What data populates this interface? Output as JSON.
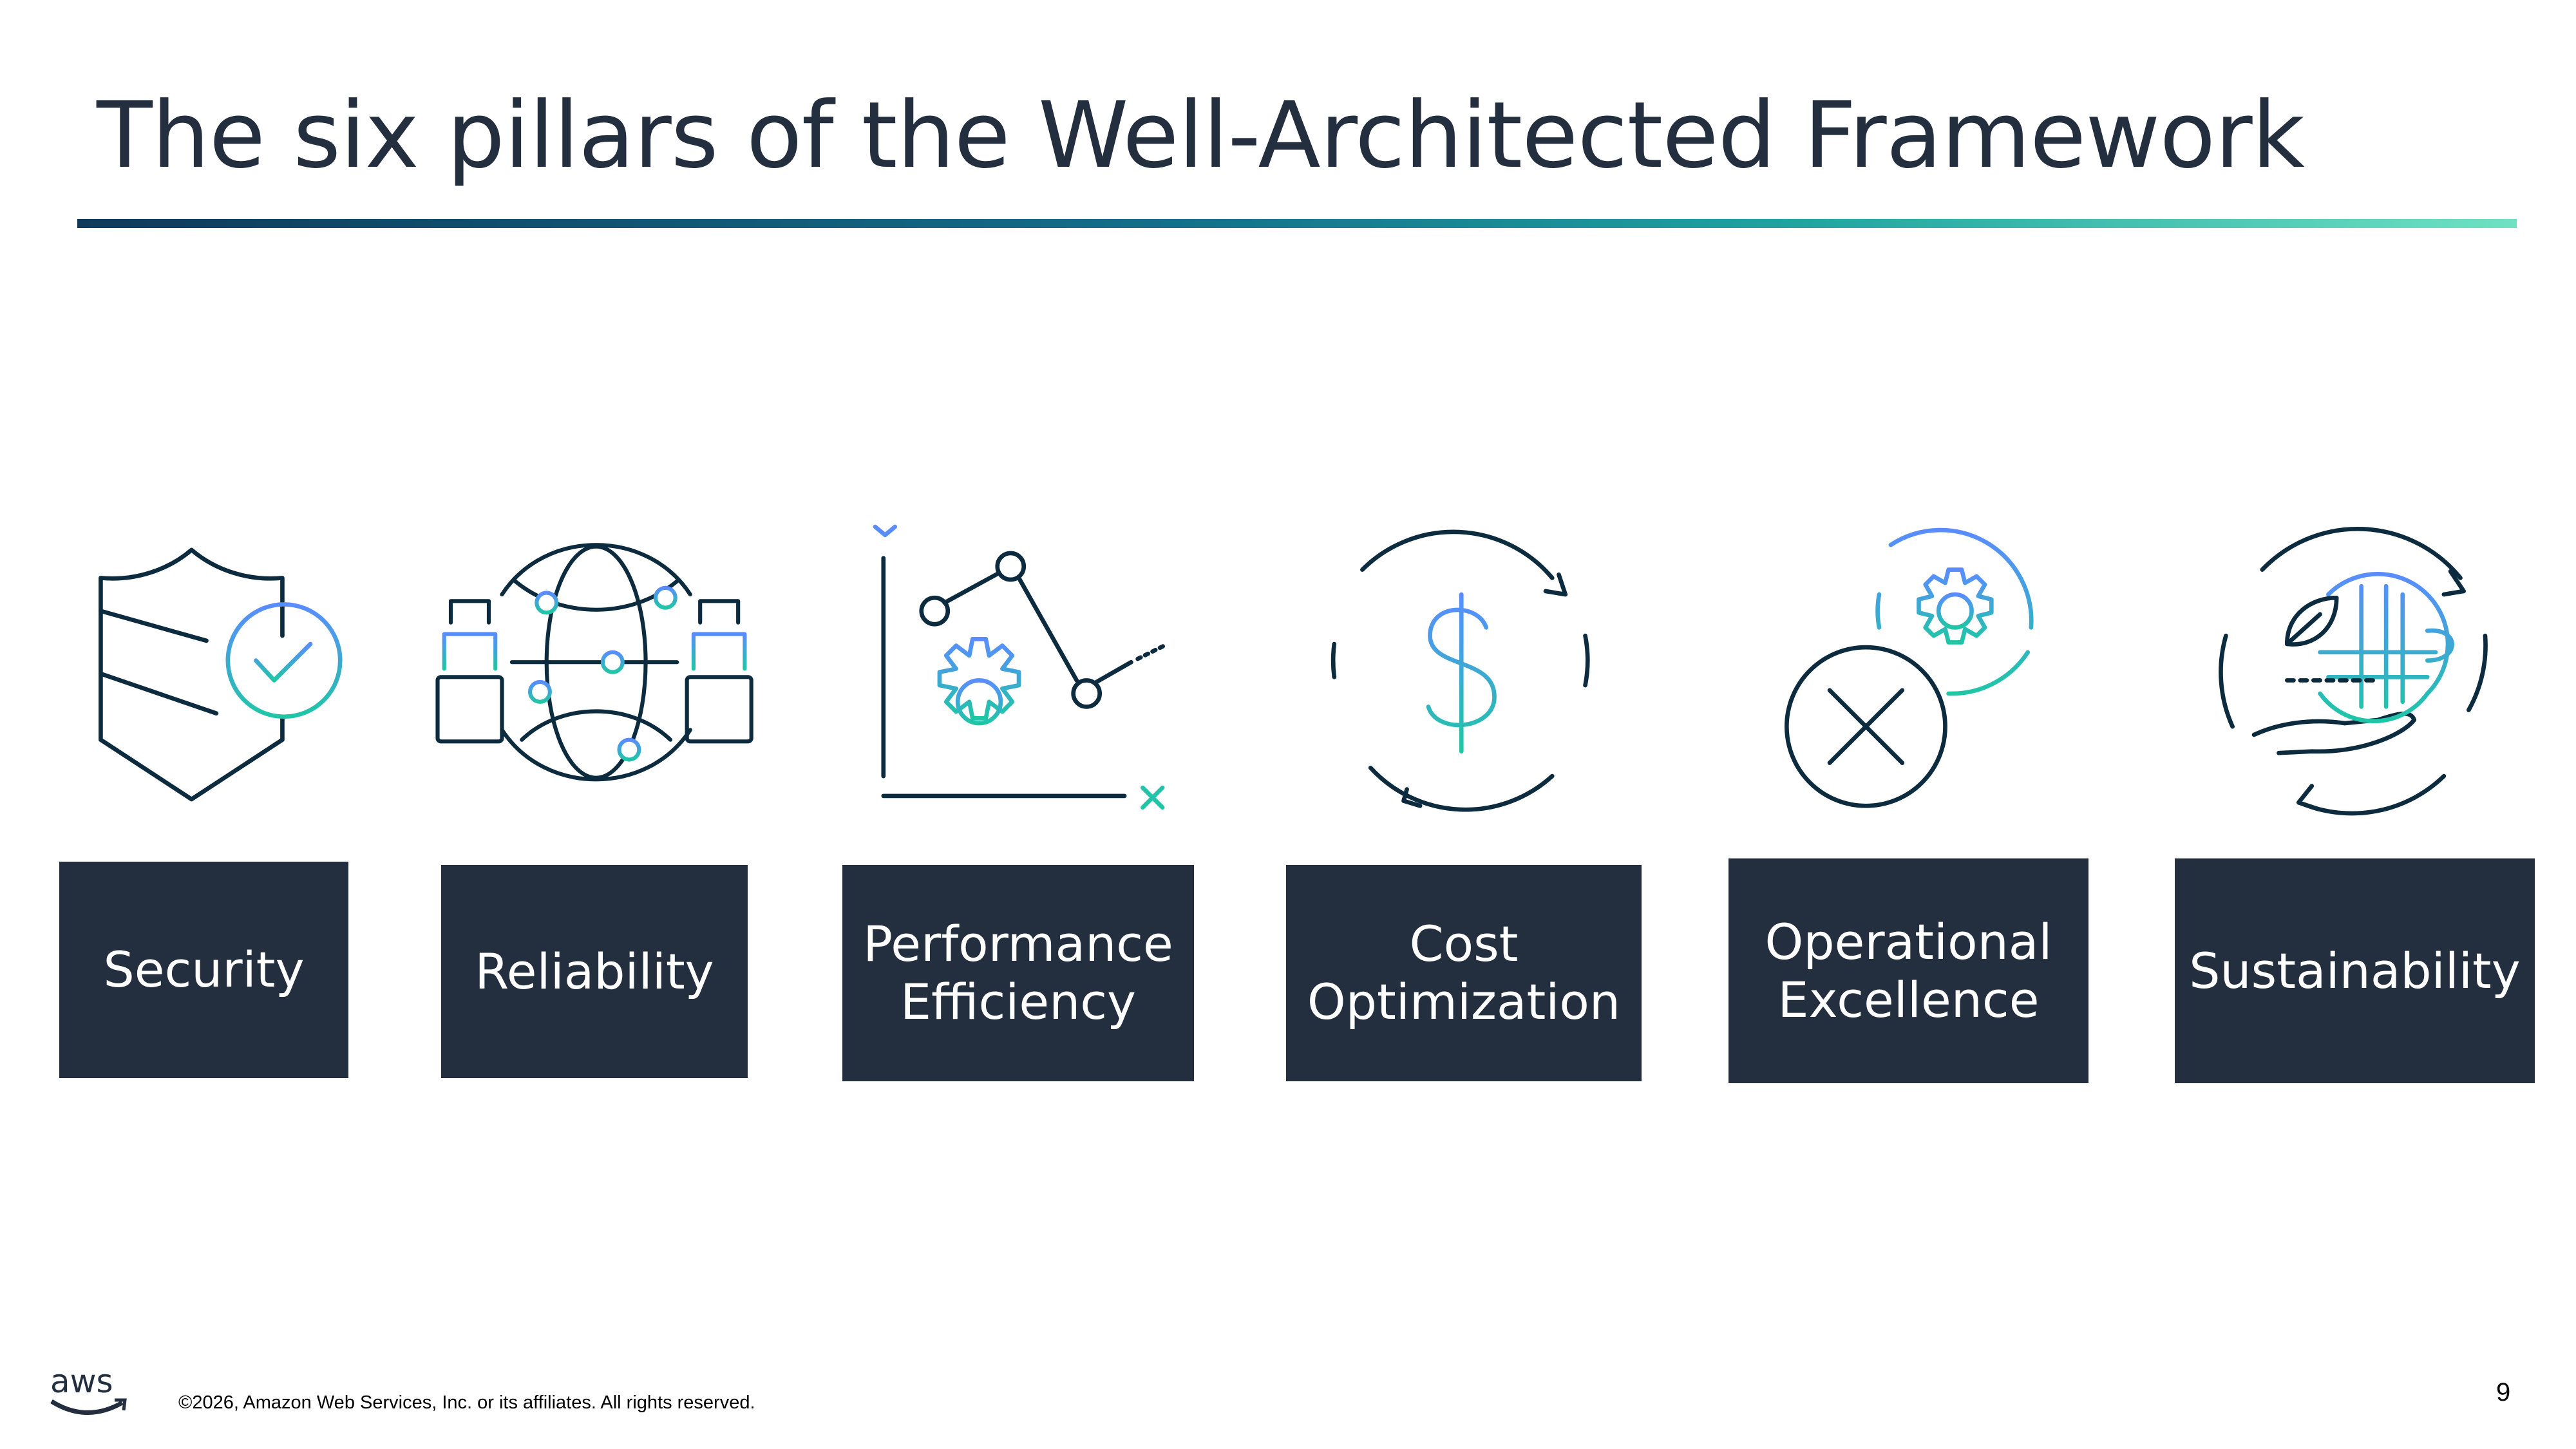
{
  "title": "The six pillars of the Well-Architected Framework",
  "pillars": [
    {
      "line1": "Security",
      "line2": "",
      "icon": "shield-check-icon"
    },
    {
      "line1": "Reliability",
      "line2": "",
      "icon": "globe-network-icon"
    },
    {
      "line1": "Performance",
      "line2": "Efficiency",
      "icon": "chart-gear-icon"
    },
    {
      "line1": "Cost",
      "line2": "Optimization",
      "icon": "dollar-cycle-icon"
    },
    {
      "line1": "Operational",
      "line2": "Excellence",
      "icon": "gear-cycle-x-icon"
    },
    {
      "line1": "Sustainability",
      "line2": "",
      "icon": "hand-globe-leaf-icon"
    }
  ],
  "footer": {
    "logo": "aws",
    "copyright": "©2026, Amazon Web Services, Inc. or its affiliates. All rights reserved.",
    "page_number": "9"
  },
  "colors": {
    "dark": "#232f3e",
    "icon_stroke": "#0d2b3e",
    "grad_top": "#5a8cff",
    "grad_bottom": "#1fc6a6"
  }
}
